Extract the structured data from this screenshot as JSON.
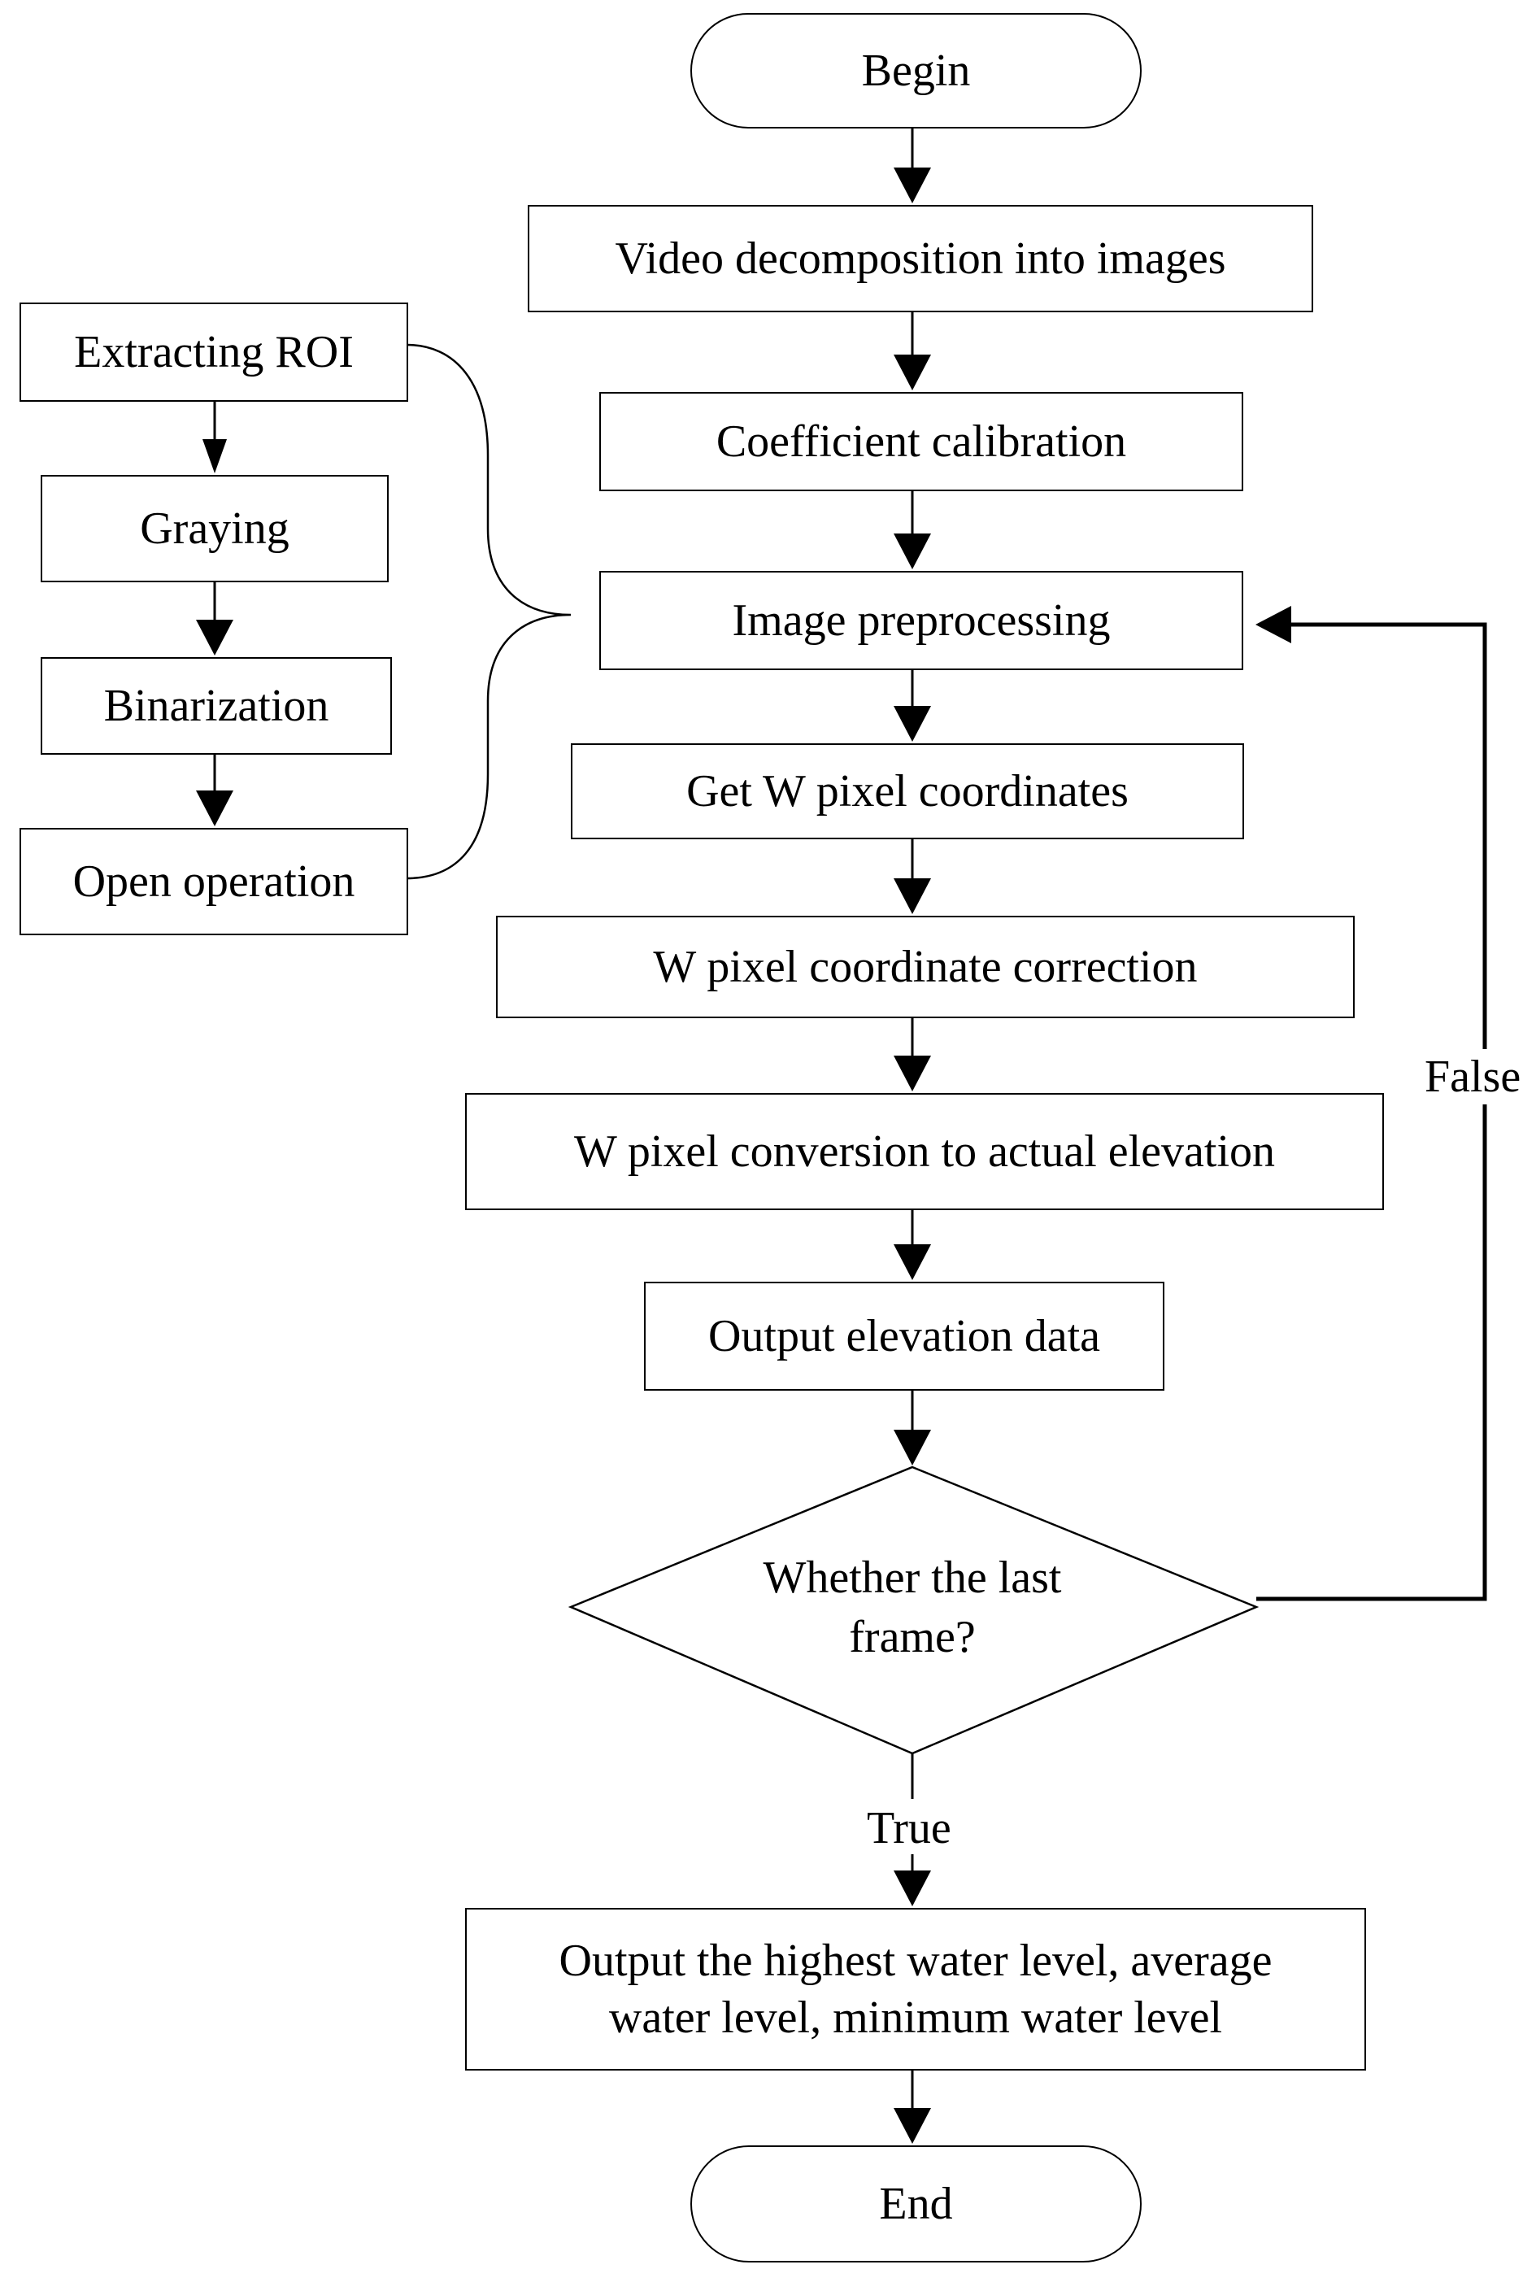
{
  "main_flow": {
    "begin": "Begin",
    "video_decomposition": "Video decomposition into images",
    "coefficient_calibration": "Coefficient calibration",
    "image_preprocessing": "Image preprocessing",
    "get_w_pixel": "Get W pixel coordinates",
    "w_pixel_correction": "W pixel coordinate correction",
    "w_pixel_conversion": "W pixel conversion to actual elevation",
    "output_elevation": "Output elevation data",
    "decision": "Whether the last\nframe?",
    "output_water_level": "Output the highest water level, average\nwater level, minimum water level",
    "end": "End"
  },
  "preprocessing_steps": {
    "extracting_roi": "Extracting ROI",
    "graying": "Graying",
    "binarization": "Binarization",
    "open_operation": "Open operation"
  },
  "branch_labels": {
    "false": "False",
    "true": "True"
  }
}
